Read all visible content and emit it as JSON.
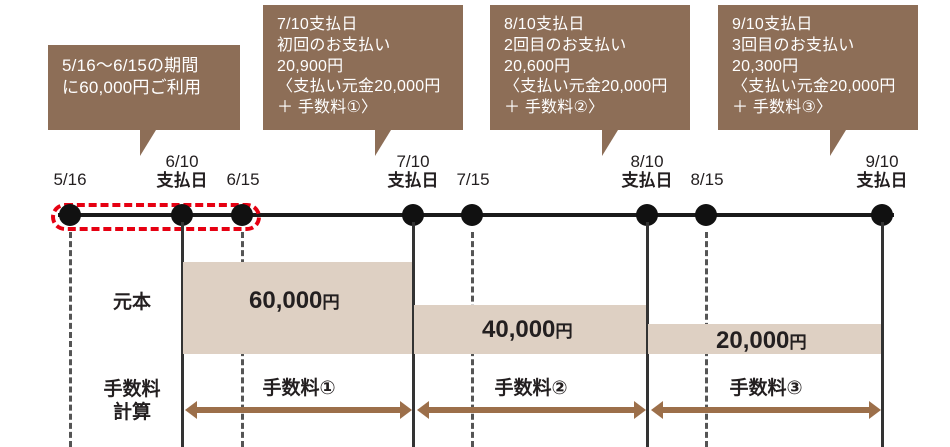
{
  "callouts": [
    {
      "id": "usage-period",
      "lines": [
        "5/16〜6/15の期間",
        "に60,000円ご利用"
      ],
      "bg": "#8d6e57"
    },
    {
      "id": "payment-1",
      "lines": [
        "7/10支払日",
        "初回のお支払い",
        "20,900円",
        "〈支払い元金20,000円",
        "＋ 手数料①〉"
      ],
      "bg": "#8d6e57"
    },
    {
      "id": "payment-2",
      "lines": [
        "8/10支払日",
        "2回目のお支払い",
        "20,600円",
        "〈支払い元金20,000円",
        "＋ 手数料②〉"
      ],
      "bg": "#8d6e57"
    },
    {
      "id": "payment-3",
      "lines": [
        "9/10支払日",
        "3回目のお支払い",
        "20,300円",
        "〈支払い元金20,000円",
        "＋ 手数料③〉"
      ],
      "bg": "#8d6e57"
    }
  ],
  "timeline": {
    "points": [
      {
        "id": "p-0516",
        "top": "5/16",
        "bottom": ""
      },
      {
        "id": "p-0610",
        "top": "6/10",
        "bottom": "支払日"
      },
      {
        "id": "p-0615",
        "top": "6/15",
        "bottom": ""
      },
      {
        "id": "p-0710",
        "top": "7/10",
        "bottom": "支払日"
      },
      {
        "id": "p-0715",
        "top": "7/15",
        "bottom": ""
      },
      {
        "id": "p-0810",
        "top": "8/10",
        "bottom": "支払日"
      },
      {
        "id": "p-0815",
        "top": "8/15",
        "bottom": ""
      },
      {
        "id": "p-0910",
        "top": "9/10",
        "bottom": "支払日"
      }
    ],
    "highlight_color": "#e60012",
    "axis_color": "#111111"
  },
  "rows": {
    "principal_label": [
      "元本"
    ],
    "fee_label": [
      "手数料",
      "計算"
    ]
  },
  "chart_data": {
    "type": "bar",
    "title": "",
    "categories": [
      "6/10〜7/10",
      "7/10〜8/10",
      "8/10〜9/10"
    ],
    "values": [
      60000,
      40000,
      20000
    ],
    "unit": "円",
    "bar_color": "#ded0c3",
    "bars": [
      {
        "id": "bar-60000",
        "label": "60,000",
        "unit": "円",
        "value": 60000
      },
      {
        "id": "bar-40000",
        "label": "40,000",
        "unit": "円",
        "value": 40000
      },
      {
        "id": "bar-20000",
        "label": "20,000",
        "unit": "円",
        "value": 20000
      }
    ]
  },
  "fees": [
    {
      "id": "fee-1",
      "label": "手数料①"
    },
    {
      "id": "fee-2",
      "label": "手数料②"
    },
    {
      "id": "fee-3",
      "label": "手数料③"
    }
  ]
}
